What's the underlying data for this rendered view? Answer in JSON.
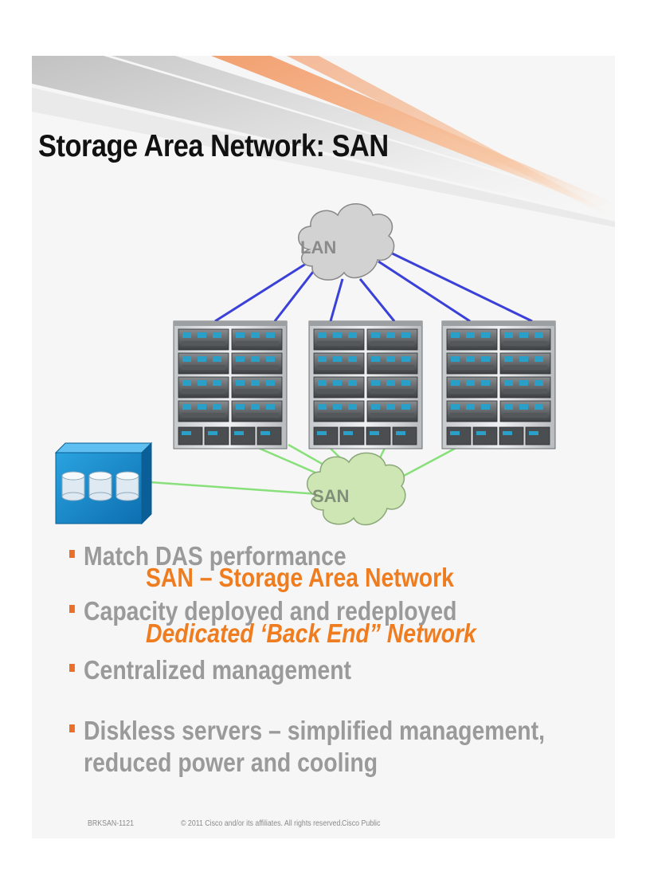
{
  "slide": {
    "title": "Storage Area Network: SAN",
    "clouds": {
      "lan": "LAN",
      "san": "SAN"
    },
    "bullets": [
      "Match DAS performance",
      "Capacity deployed and redeployed",
      "Centralized management",
      "Diskless servers – simplified management,",
      "reduced power and cooling"
    ],
    "overlay": {
      "line1": "SAN – Storage Area Network",
      "line2": "Dedicated ‘Back End” Network"
    },
    "footer": {
      "session": "BRKSAN-1121",
      "copyright": "© 2011 Cisco and/or its affiliates. All rights reserved.",
      "classification": "Cisco Public"
    },
    "colors": {
      "lan_links": "#3a40d8",
      "san_links": "#88e07a",
      "san_cloud": "#cde6b4",
      "lan_cloud": "#d2d2d2",
      "storage": "#1e90d0",
      "accent": "#ef7d1f",
      "bullet_text": "#9a9a9a"
    }
  }
}
